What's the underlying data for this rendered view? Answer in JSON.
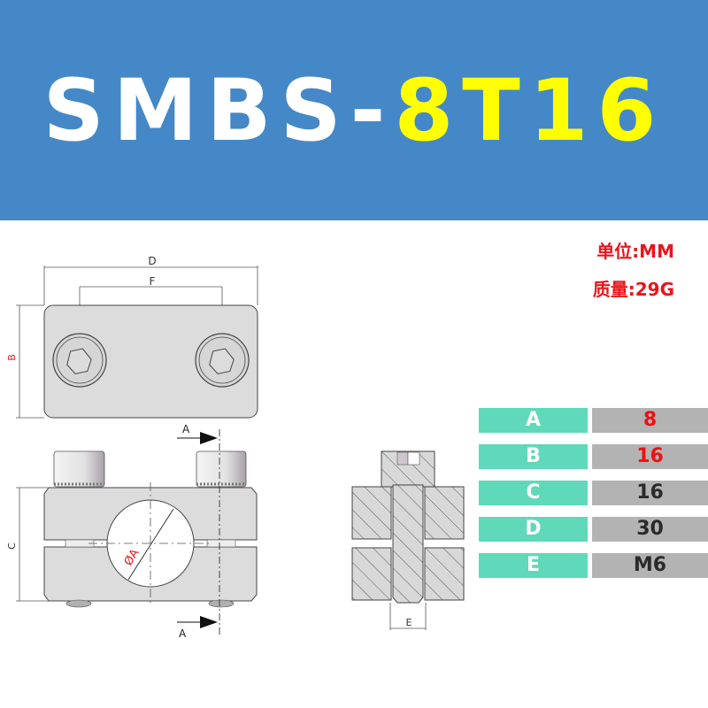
{
  "header": {
    "model_prefix": "SMBS-",
    "model_suffix": "8T16",
    "background_color": "#4588c7",
    "prefix_color": "#ffffff",
    "suffix_color": "#ffff00"
  },
  "info": {
    "unit": "单位:MM",
    "weight": "质量:29G",
    "color": "#e8141b"
  },
  "drawing": {
    "top_view": {
      "dim_d": "D",
      "dim_f": "F",
      "dim_b": "B"
    },
    "front_view": {
      "dim_c": "C",
      "dim_a": "ØA",
      "section_top": "A",
      "section_bottom": "A"
    },
    "section_view": {
      "dim_e": "E"
    }
  },
  "spec_table": {
    "key_color": "#5fd9b9",
    "value_color": "#b3b3b3",
    "rows": [
      {
        "key": "A",
        "value": "8",
        "value_color": "#ee1111"
      },
      {
        "key": "B",
        "value": "16",
        "value_color": "#ee1111"
      },
      {
        "key": "C",
        "value": "16",
        "value_color": "#2a2a2a"
      },
      {
        "key": "D",
        "value": "30",
        "value_color": "#2a2a2a"
      },
      {
        "key": "E",
        "value": "M6",
        "value_color": "#2a2a2a"
      }
    ]
  }
}
